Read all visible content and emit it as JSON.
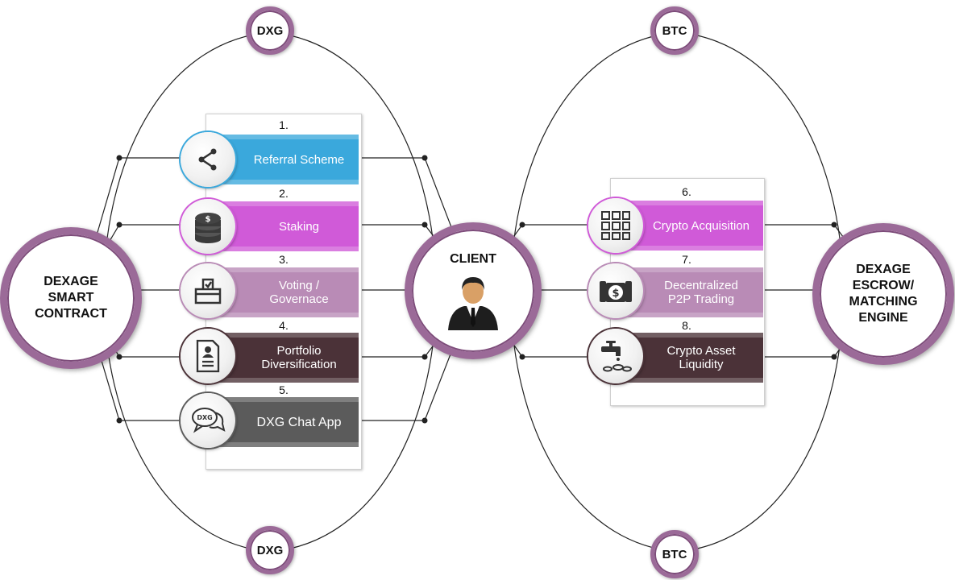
{
  "nodes": {
    "left_hub": "DEXAGE\nSMART\nCONTRACT",
    "client": "CLIENT",
    "right_hub": "DEXAGE\nESCROW/\nMATCHING\nENGINE",
    "top_left_token": "DXG",
    "bottom_left_token": "DXG",
    "top_right_token": "BTC",
    "bottom_right_token": "BTC"
  },
  "left_features": [
    {
      "num": "1.",
      "label": "Referral Scheme",
      "icon": "share-icon",
      "color": "#3aa8dc"
    },
    {
      "num": "2.",
      "label": "Staking",
      "icon": "coin-stack-icon",
      "color": "#d05ad8"
    },
    {
      "num": "3.",
      "label": "Voting /\nGovernace",
      "icon": "ballot-box-icon",
      "color": "#b98bb6"
    },
    {
      "num": "4.",
      "label": "Portfolio\nDiversification",
      "icon": "document-profile-icon",
      "color": "#4b3238"
    },
    {
      "num": "5.",
      "label": "DXG Chat App",
      "icon": "chat-bubbles-icon",
      "color": "#5b5b5b",
      "icon_text": "DXG"
    }
  ],
  "right_features": [
    {
      "num": "6.",
      "label": "Crypto Acquisition",
      "icon": "blockchain-grid-icon",
      "color": "#d05ad8"
    },
    {
      "num": "7.",
      "label": "Decentralized\nP2P Trading",
      "icon": "p2p-exchange-icon",
      "color": "#b98bb6"
    },
    {
      "num": "8.",
      "label": "Crypto Asset\nLiquidity",
      "icon": "liquidity-tap-icon",
      "color": "#4b3238"
    }
  ],
  "colors": {
    "ring": "#9b6a98",
    "ring_dark": "#7d4c7a",
    "line": "#222222"
  }
}
